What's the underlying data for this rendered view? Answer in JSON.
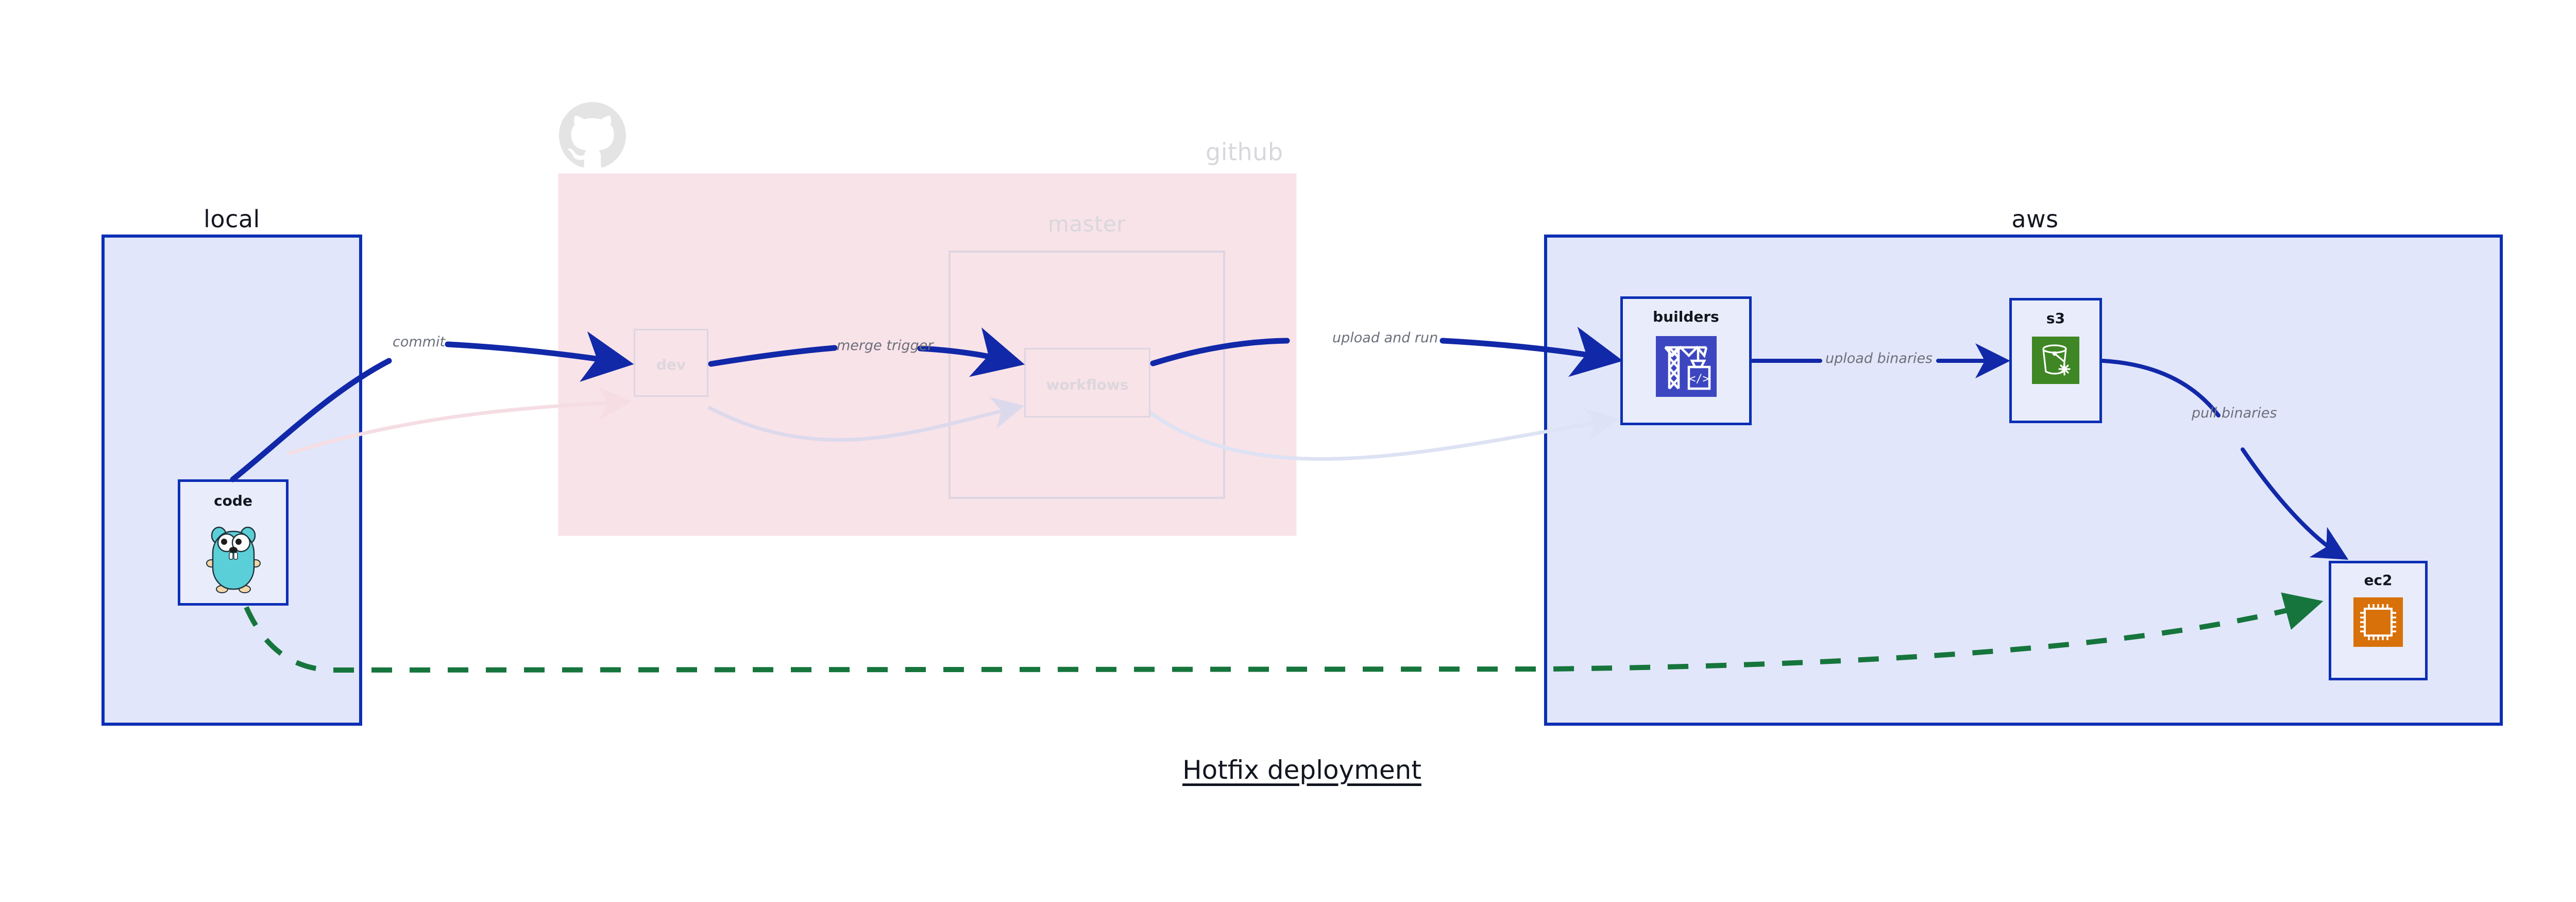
{
  "diagram": {
    "title": "Hotfix deployment",
    "type": "deployment-flow-diagram",
    "background": "#ffffff"
  },
  "colors": {
    "group_border": "#0c2fb4",
    "group_fill": "#e1e6fa",
    "node_fill": "#e9edfb",
    "node_border": "#0c2fb4",
    "edge_main": "#1128a8",
    "edge_dashed": "#16753c",
    "faded_group_fill": "#f8e3e8",
    "faded_stroke": "#ded5e2",
    "label_text": "#6c6f7a",
    "title_text": "#13161f",
    "builders_icon_bg": "#3c46c0",
    "s3_icon_bg": "#3f8624",
    "ec2_icon_bg": "#d9710a",
    "gopher_body": "#5bcfd8",
    "github_logo": "#e4e4e4"
  },
  "groups": [
    {
      "id": "local",
      "label": "local",
      "state": "active"
    },
    {
      "id": "github",
      "label": "github",
      "state": "faded"
    },
    {
      "id": "aws",
      "label": "aws",
      "state": "active"
    }
  ],
  "containers": [
    {
      "id": "master",
      "label": "master",
      "state": "faded",
      "parent": "github"
    }
  ],
  "nodes": [
    {
      "id": "code",
      "label": "code",
      "icon": "go-gopher-icon",
      "group": "local",
      "state": "active"
    },
    {
      "id": "dev",
      "label": "dev",
      "icon": "none",
      "group": "github",
      "state": "faded"
    },
    {
      "id": "workflows",
      "label": "workflows",
      "icon": "none",
      "group": "master",
      "state": "faded"
    },
    {
      "id": "builders",
      "label": "builders",
      "icon": "aws-codebuild-icon",
      "group": "aws",
      "state": "active"
    },
    {
      "id": "s3",
      "label": "s3",
      "icon": "aws-s3-bucket-icon",
      "group": "aws",
      "state": "active"
    },
    {
      "id": "ec2",
      "label": "ec2",
      "icon": "aws-ec2-chip-icon",
      "group": "aws",
      "state": "active"
    }
  ],
  "edges": [
    {
      "id": "code-dev",
      "from": "code",
      "to": "dev",
      "label": "commit",
      "style": "solid",
      "state": "active"
    },
    {
      "id": "dev-workflows",
      "from": "dev",
      "to": "workflows",
      "label": "merge trigger",
      "style": "solid",
      "state": "active"
    },
    {
      "id": "workflows-builders",
      "from": "workflows",
      "to": "builders",
      "label": "upload and run",
      "style": "solid",
      "state": "active"
    },
    {
      "id": "builders-s3",
      "from": "builders",
      "to": "s3",
      "label": "upload binaries",
      "style": "solid",
      "state": "active"
    },
    {
      "id": "s3-ec2",
      "from": "s3",
      "to": "ec2",
      "label": "pull binaries",
      "style": "solid",
      "state": "active"
    },
    {
      "id": "code-ec2",
      "from": "code",
      "to": "ec2",
      "label": "",
      "style": "dashed",
      "state": "active"
    },
    {
      "id": "faded-a",
      "from": "code",
      "to": "dev",
      "label": "",
      "style": "solid",
      "state": "faded"
    },
    {
      "id": "faded-b",
      "from": "dev",
      "to": "workflows",
      "label": "",
      "style": "solid",
      "state": "faded"
    },
    {
      "id": "faded-c",
      "from": "workflows",
      "to": "builders",
      "label": "",
      "style": "solid",
      "state": "faded"
    }
  ],
  "icons": {
    "github_logo": "github-octocat-icon",
    "code": "go-gopher-icon",
    "builders": "aws-codebuild-icon",
    "s3": "aws-s3-bucket-icon",
    "ec2": "aws-ec2-chip-icon"
  },
  "labels": {
    "local": "local",
    "github": "github",
    "aws": "aws",
    "master": "master",
    "code": "code",
    "dev": "dev",
    "workflows": "workflows",
    "builders": "builders",
    "s3": "s3",
    "ec2": "ec2",
    "commit": "commit",
    "merge_trigger": "merge trigger",
    "upload_and_run": "upload and run",
    "upload_binaries": "upload binaries",
    "pull_binaries": "pull binaries",
    "title": "Hotfix deployment"
  }
}
